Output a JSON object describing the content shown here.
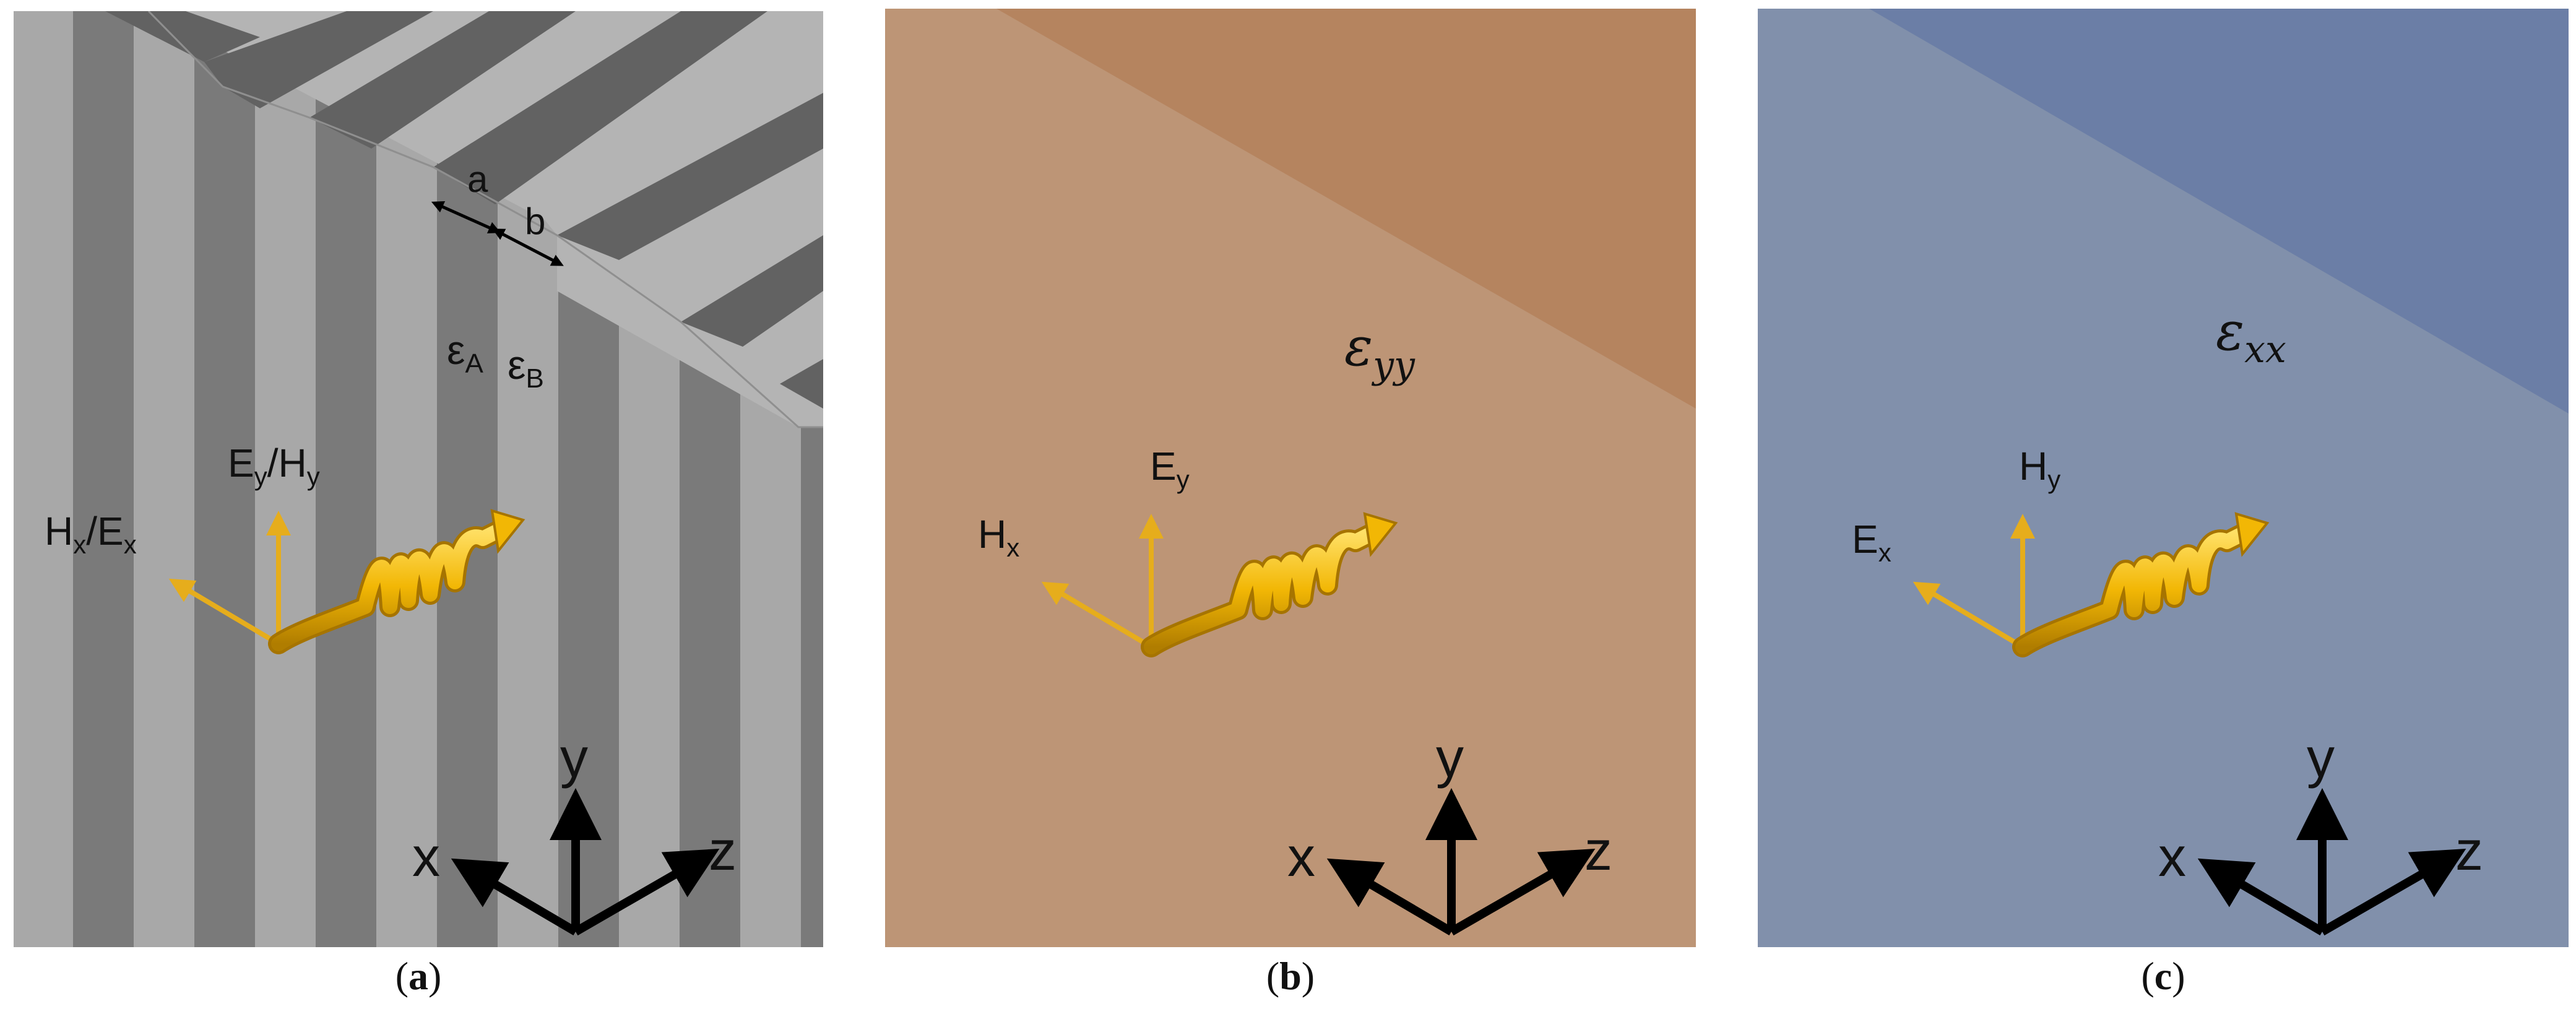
{
  "panel_a": {
    "caption_letter": "a",
    "width_labels": {
      "a": "a",
      "b": "b"
    },
    "eps_A": {
      "sym": "ε",
      "sub": "A"
    },
    "eps_B": {
      "sym": "ε",
      "sub": "B"
    },
    "field_vertical": {
      "p1": "E",
      "s1": "y",
      "sep": "/",
      "p2": "H",
      "s2": "y"
    },
    "field_horizontal": {
      "p1": "H",
      "s1": "x",
      "sep": "/",
      "p2": "E",
      "s2": "x"
    },
    "axes": {
      "x": "x",
      "y": "y",
      "z": "z"
    },
    "colors": {
      "light_stripe": "#a8a8a8",
      "dark_stripe": "#7a7a7a",
      "top_light": "#b4b4b4",
      "top_dark": "#626262"
    }
  },
  "panel_b": {
    "caption_letter": "b",
    "permittivity": {
      "sym": "ε",
      "sub": "yy"
    },
    "field_vertical": {
      "p": "E",
      "s": "y"
    },
    "field_horizontal": {
      "p": "H",
      "s": "x"
    },
    "axes": {
      "x": "x",
      "y": "y",
      "z": "z"
    },
    "colors": {
      "base": "#bd9576",
      "top": "#b5845f"
    }
  },
  "panel_c": {
    "caption_letter": "c",
    "permittivity": {
      "sym": "ε",
      "sub": "xx"
    },
    "field_vertical": {
      "p": "H",
      "s": "y"
    },
    "field_horizontal": {
      "p": "E",
      "s": "x"
    },
    "axes": {
      "x": "x",
      "y": "y",
      "z": "z"
    },
    "colors": {
      "base": "#8190ab",
      "top": "#6b7ea6"
    }
  },
  "wave_color": "#f2b705",
  "arrow_color": "#e6ad1c"
}
